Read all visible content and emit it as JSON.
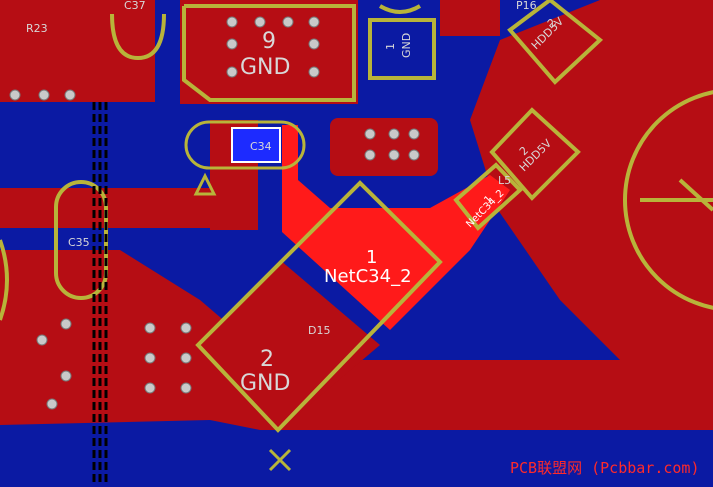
{
  "labels": {
    "r23": "R23",
    "c37": "C37",
    "c35": "C35",
    "d15": "D15",
    "l5": "L5",
    "pad9_num": "9",
    "pad9_net": "GND",
    "pad1_top_num": "1",
    "pad1_top_net": "GND",
    "hdd_top_num": "2",
    "hdd_top_net": "HDD5V",
    "hdd_mid_num": "2",
    "hdd_mid_net": "HDD5V",
    "big_pad_num": "1",
    "big_pad_net": "NetC34_2",
    "small_pad_num": "1",
    "small_pad_net": "NetC34_2",
    "d15_pad2_num": "2",
    "d15_pad2_net": "GND",
    "c34": "C34",
    "top_partial": "P16"
  },
  "watermark": "PCB联盟网 (Pcbbar.com)",
  "colors": {
    "board": "#0b1aa3",
    "copper": "#b60d14",
    "highlight": "#ff1a1a",
    "silkscreen": "#b8b43a"
  }
}
